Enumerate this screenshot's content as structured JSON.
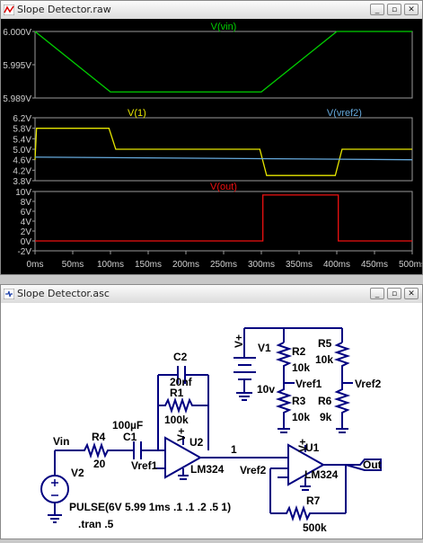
{
  "waveform_window": {
    "title": "Slope Detector.raw",
    "buttons": {
      "minimize": "_",
      "restore": "▫",
      "close": "✕"
    }
  },
  "schematic_window": {
    "title": "Slope Detector.asc",
    "buttons": {
      "minimize": "_",
      "restore": "▫",
      "close": "✕"
    }
  },
  "colors": {
    "vin": "#00d000",
    "v1": "#e6e600",
    "vref2": "#66aadd",
    "vout": "#ee1111",
    "axis": "#9a9a9a",
    "grid_text": "#d0d0d0"
  },
  "chart_data": [
    {
      "type": "line",
      "series": [
        {
          "name": "V(vin)",
          "x": [
            0,
            100,
            300,
            400,
            500
          ],
          "y": [
            6.0,
            5.99,
            5.99,
            6.0,
            6.0
          ]
        }
      ],
      "y_ticks": [
        "6.000V",
        "5.995V",
        "5.989V"
      ],
      "ylim": [
        5.989,
        6.0
      ]
    },
    {
      "type": "line",
      "series": [
        {
          "name": "V(1)",
          "x": [
            0,
            2,
            100,
            105,
            500
          ],
          "y": [
            5.8,
            5.8,
            5.8,
            5.0,
            5.0
          ],
          "x_full": [
            0,
            2,
            98,
            107,
            298,
            307,
            398,
            407,
            500
          ],
          "y_full": [
            4.6,
            5.8,
            5.8,
            5.0,
            5.0,
            4.0,
            4.0,
            5.0,
            5.0
          ]
        },
        {
          "name": "V(vref2)",
          "x": [
            0,
            500
          ],
          "y": [
            4.7,
            4.6
          ]
        }
      ],
      "y_ticks": [
        "6.2V",
        "5.8V",
        "5.4V",
        "5.0V",
        "4.6V",
        "4.2V",
        "3.8V"
      ],
      "ylim": [
        3.8,
        6.2
      ]
    },
    {
      "type": "line",
      "series": [
        {
          "name": "V(out)",
          "x": [
            0,
            302,
            302,
            402,
            402,
            500
          ],
          "y": [
            0,
            0,
            9.3,
            9.3,
            0,
            0
          ]
        }
      ],
      "y_ticks": [
        "10V",
        "8V",
        "6V",
        "4V",
        "2V",
        "0V",
        "-2V"
      ],
      "ylim": [
        -2,
        10
      ]
    }
  ],
  "x_ticks": [
    "0ms",
    "50ms",
    "100ms",
    "150ms",
    "200ms",
    "250ms",
    "300ms",
    "350ms",
    "400ms",
    "450ms",
    "500ms"
  ],
  "schematic": {
    "labels": {
      "v1_name": "V1",
      "v1_value": "10v",
      "r2_name": "R2",
      "r2_value": "10k",
      "r3_name": "R3",
      "r3_value": "10k",
      "r5_name": "R5",
      "r5_value": "10k",
      "r6_name": "R6",
      "r6_value": "9k",
      "vref1_net": "Vref1",
      "vref2_net": "Vref2",
      "c2_name": "C2",
      "c2_value": "20nf",
      "r1_name": "R1",
      "r1_value": "100k",
      "c1_value": "100µF",
      "c1_name": "C1",
      "r4_name": "R4",
      "r4_value": "20",
      "vin_net": "Vin",
      "v2_name": "V2",
      "u2_name": "U2",
      "u2_part": "LM324",
      "u1_name": "U1",
      "u1_part": "LM324",
      "net1": "1",
      "out_net": "Out",
      "vref1_in": "Vref1",
      "vref2_in": "Vref2",
      "r7_name": "R7",
      "r7_value": "500k",
      "vplus": "V+",
      "vplus_u2": "V+",
      "vplus_u1": "V+",
      "pulse": "PULSE(6V 5.99 1ms .1 .1 .2 .5 1)",
      "tran": ".tran .5"
    }
  }
}
